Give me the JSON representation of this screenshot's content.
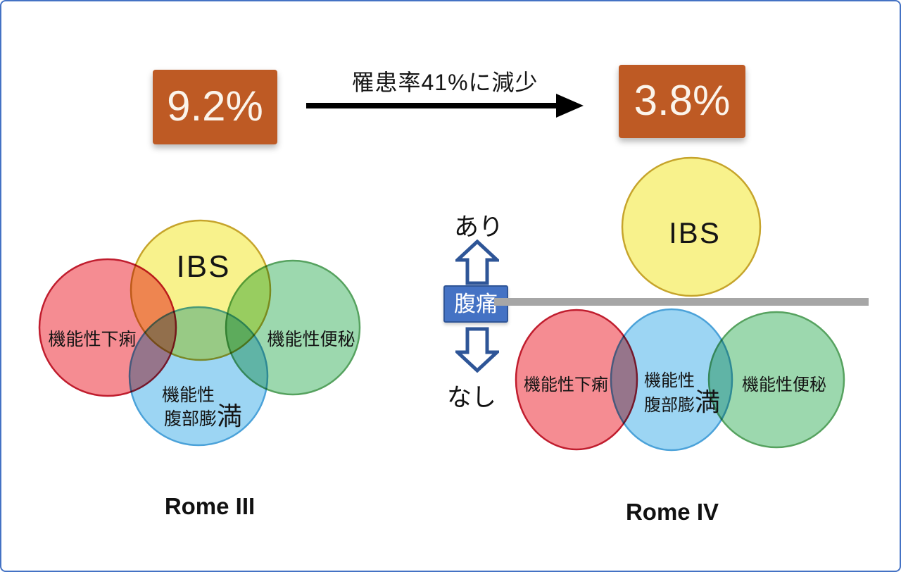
{
  "header": {
    "rome3_prevalence": "9.2%",
    "rome4_prevalence": "3.8%",
    "arrow_caption": "罹患率41%に減少"
  },
  "left_diagram": {
    "title": "Rome III",
    "ibs_label": "IBS",
    "diarrhea_label": "機能性下痢",
    "constipation_label": "機能性便秘",
    "bloating_line1": "機能性",
    "bloating_line2": "腹部膨",
    "bloating_line2_big": "満"
  },
  "right_diagram": {
    "title": "Rome IV",
    "ibs_label": "IBS",
    "diarrhea_label": "機能性下痢",
    "constipation_label": "機能性便秘",
    "bloating_line1": "機能性",
    "bloating_line2": "腹部膨",
    "bloating_line2_big": "満",
    "axis_label": "腹痛",
    "axis_top": "あり",
    "axis_bottom": "なし"
  },
  "colors": {
    "prevalence_box": "#BE5A24",
    "ibs_fill": "#F8F28C",
    "ibs_stroke": "#C6A42B",
    "diarrhea_fill": "#F58C92",
    "diarrhea_stroke": "#C01D2E",
    "constipation_fill": "#9CD8AE",
    "constipation_stroke": "#56A25F",
    "bloating_fill": "#9CD5F3",
    "bloating_stroke": "#4BA2D9",
    "axis_box_fill": "#4472C4",
    "axis_box_border": "#2F5597",
    "axis_arrow_outline": "#2E5597",
    "divider_gray": "#A6A6A6",
    "flow_arrow": "#000000"
  }
}
